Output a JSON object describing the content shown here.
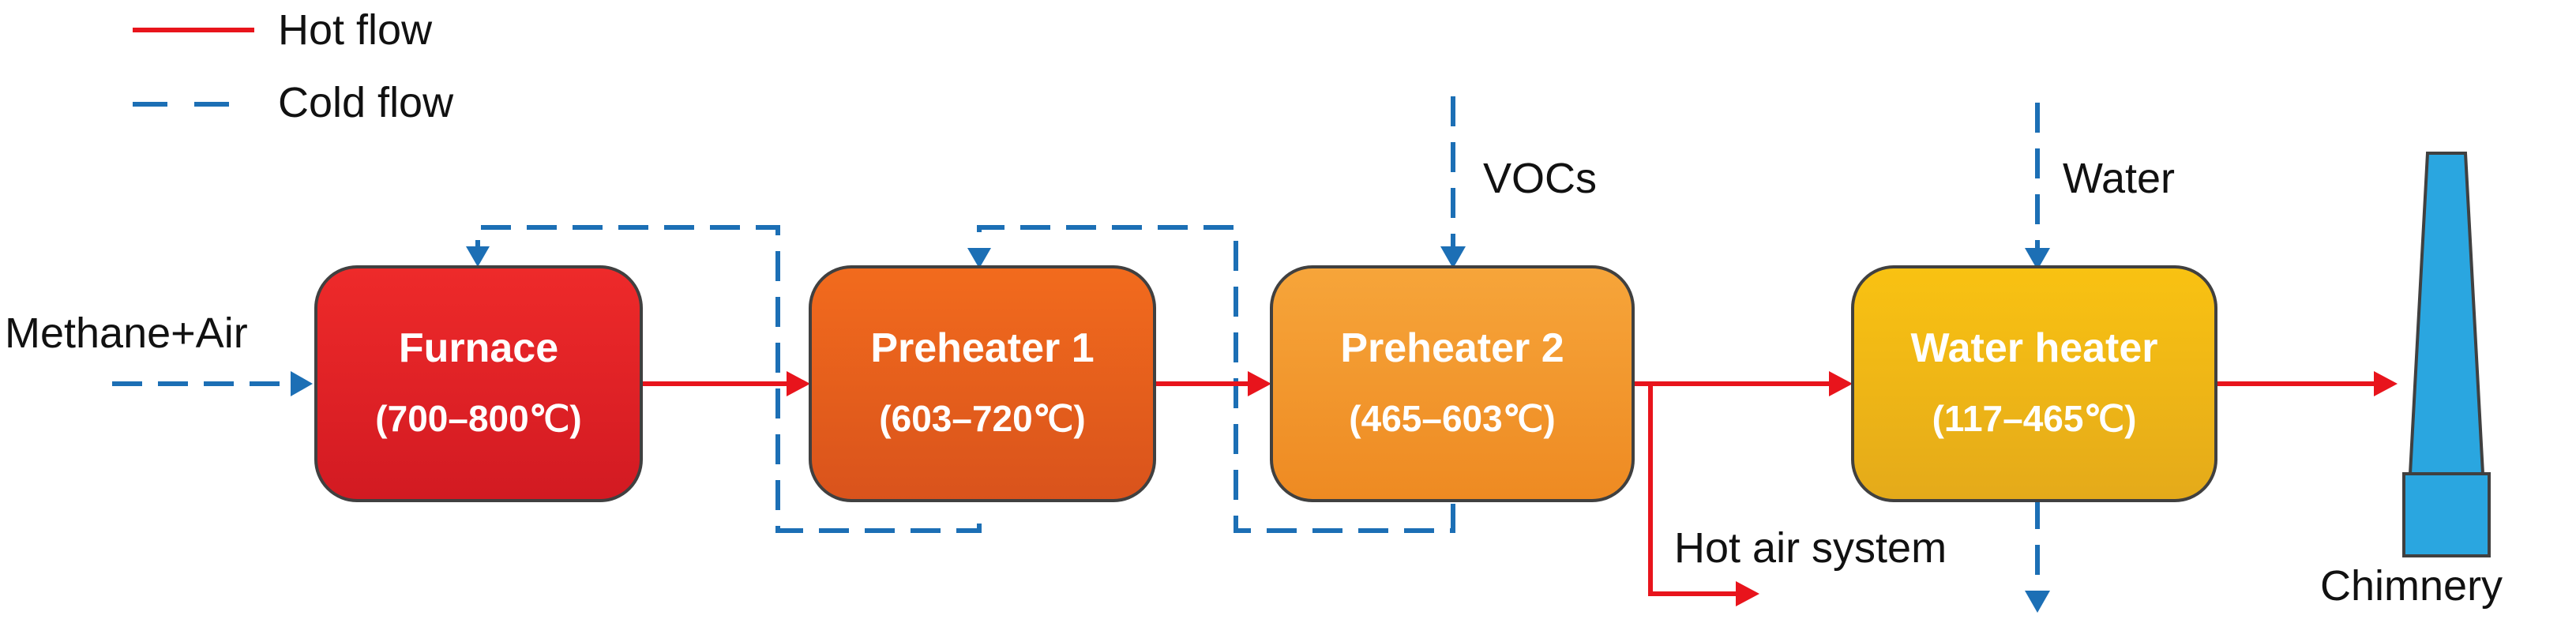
{
  "legend": {
    "hot_label": "Hot flow",
    "cold_label": "Cold flow"
  },
  "colors": {
    "hot": "#e8141c",
    "cold": "#1c6fb5",
    "furnace": "#e01e26",
    "preheater1": "#e8601c",
    "preheater2": "#f39a2c",
    "water_heater": "#f5bb18",
    "chimney": "#2aa6e0"
  },
  "inputs": {
    "fuel": "Methane+Air",
    "vocs": "VOCs",
    "water": "Water"
  },
  "units": [
    {
      "name": "Furnace",
      "temp": "(700–800℃)"
    },
    {
      "name": "Preheater 1",
      "temp": "(603–720℃)"
    },
    {
      "name": "Preheater 2",
      "temp": "(465–603℃)"
    },
    {
      "name": "Water heater",
      "temp": "(117–465℃)"
    }
  ],
  "outputs": {
    "hot_air": "Hot air system",
    "chimney": "Chimnery"
  }
}
